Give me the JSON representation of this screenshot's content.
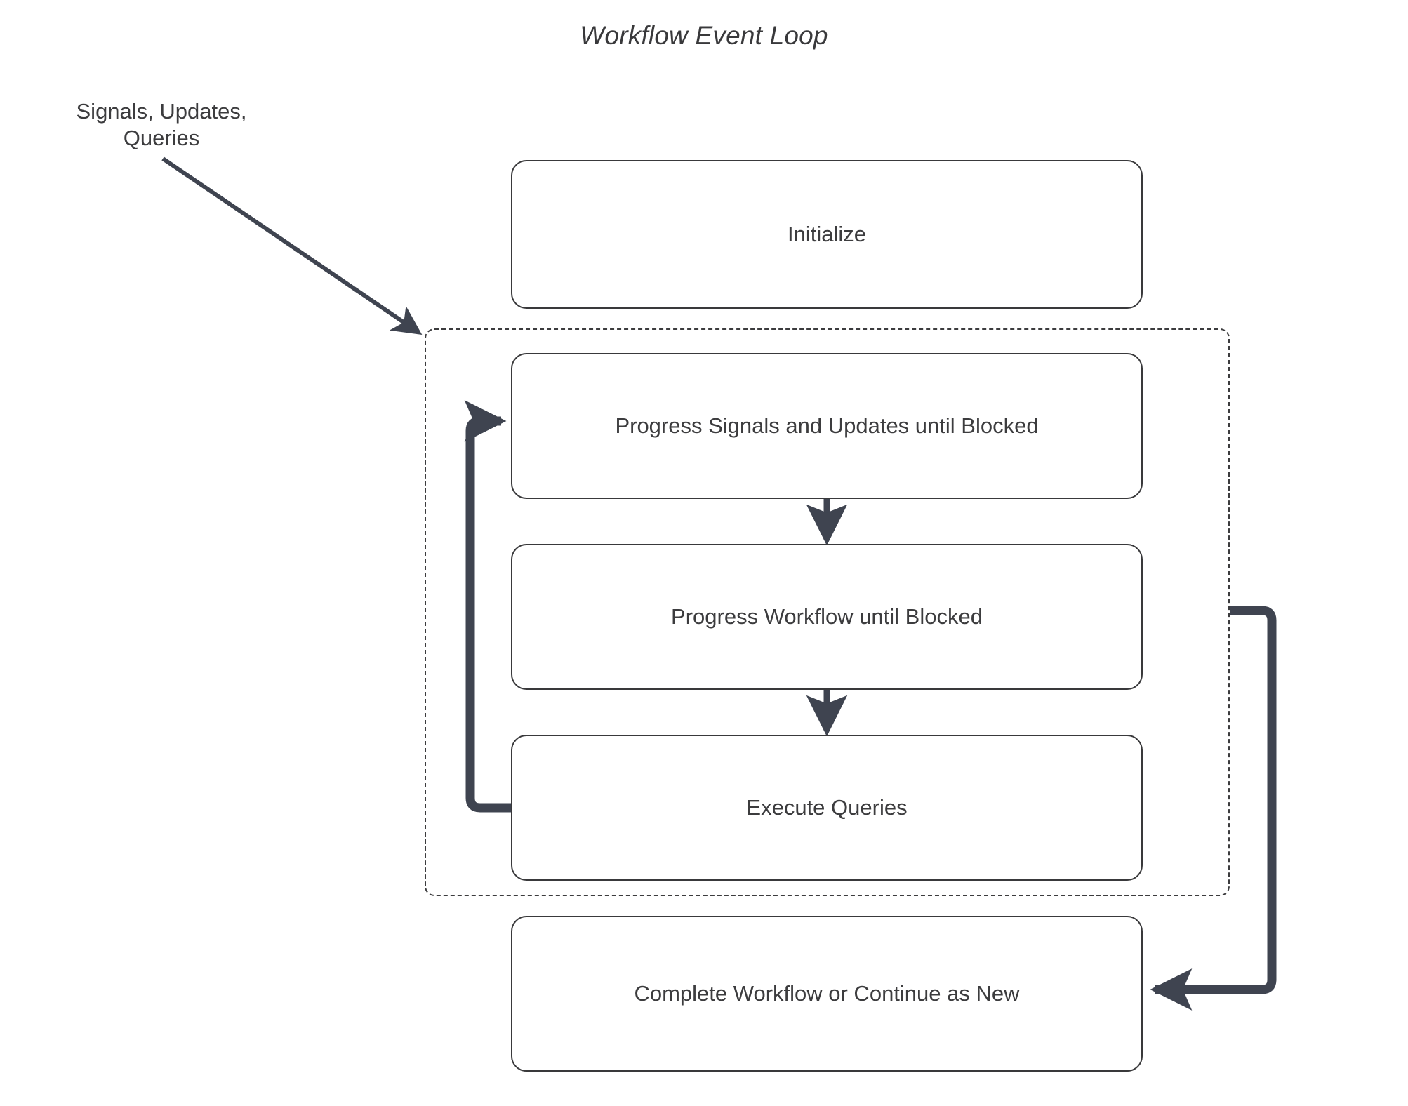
{
  "title": "Workflow Event Loop",
  "source_label": "Signals, Updates,\nQueries",
  "source_label_lines": [
    "Signals, Updates,",
    "Queries"
  ],
  "nodes": [
    {
      "id": "initialize",
      "label": "Initialize"
    },
    {
      "id": "progress-signals",
      "label": "Progress Signals and Updates until Blocked"
    },
    {
      "id": "progress-workflow",
      "label": "Progress Workflow until Blocked"
    },
    {
      "id": "execute-queries",
      "label": "Execute Queries"
    },
    {
      "id": "complete",
      "label": "Complete Workflow or Continue as New"
    }
  ],
  "loop_container": {
    "label": "",
    "style": "dashed"
  },
  "edges": [
    {
      "id": "signals-to-loop",
      "from": "Signals, Updates, Queries",
      "to": "loop-container",
      "label": ""
    },
    {
      "id": "signals-to-workflow",
      "from": "Progress Signals and Updates until Blocked",
      "to": "Progress Workflow until Blocked",
      "label": ""
    },
    {
      "id": "workflow-to-queries",
      "from": "Progress Workflow until Blocked",
      "to": "Execute Queries",
      "label": ""
    },
    {
      "id": "queries-to-signals",
      "from": "Execute Queries",
      "to": "Progress Signals and Updates until Blocked",
      "label": ""
    },
    {
      "id": "loop-to-complete",
      "from": "loop-container",
      "to": "Complete Workflow or Continue as New",
      "label": ""
    }
  ],
  "colors": {
    "stroke": "#39393b",
    "text": "#3c3c3e",
    "arrow": "#3f4450",
    "background": "#ffffff"
  }
}
